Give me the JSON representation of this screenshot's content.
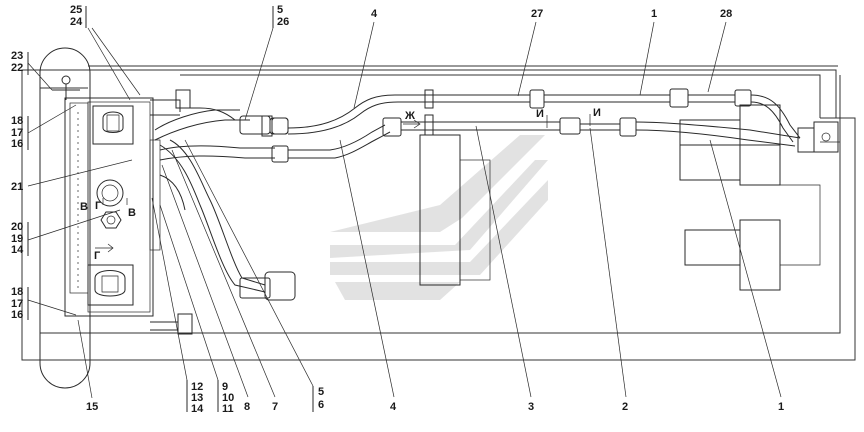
{
  "diagram": {
    "callouts": {
      "c25": "25",
      "c24": "24",
      "c5a": "5",
      "c26": "26",
      "c4top": "4",
      "c27": "27",
      "c1top": "1",
      "c28": "28",
      "c23": "23",
      "c22": "22",
      "c18a": "18",
      "c17a": "17",
      "c16a": "16",
      "c21": "21",
      "c20": "20",
      "c19": "19",
      "c14a": "14",
      "c18b": "18",
      "c17b": "17",
      "c16b": "16",
      "c15": "15",
      "c12": "12",
      "c13": "13",
      "c14b": "14",
      "c9": "9",
      "c10": "10",
      "c11": "11",
      "c8": "8",
      "c7": "7",
      "c5b": "5",
      "c6": "6",
      "c4bot": "4",
      "c3": "3",
      "c2": "2",
      "c1bot": "1"
    },
    "section_marks": {
      "zh": "Ж",
      "i_left": "И",
      "i_right": "И",
      "v_top": "В",
      "v_bottom": "В",
      "g_top": "Г",
      "g_bottom": "Г"
    },
    "watermark": "logo-icon"
  }
}
